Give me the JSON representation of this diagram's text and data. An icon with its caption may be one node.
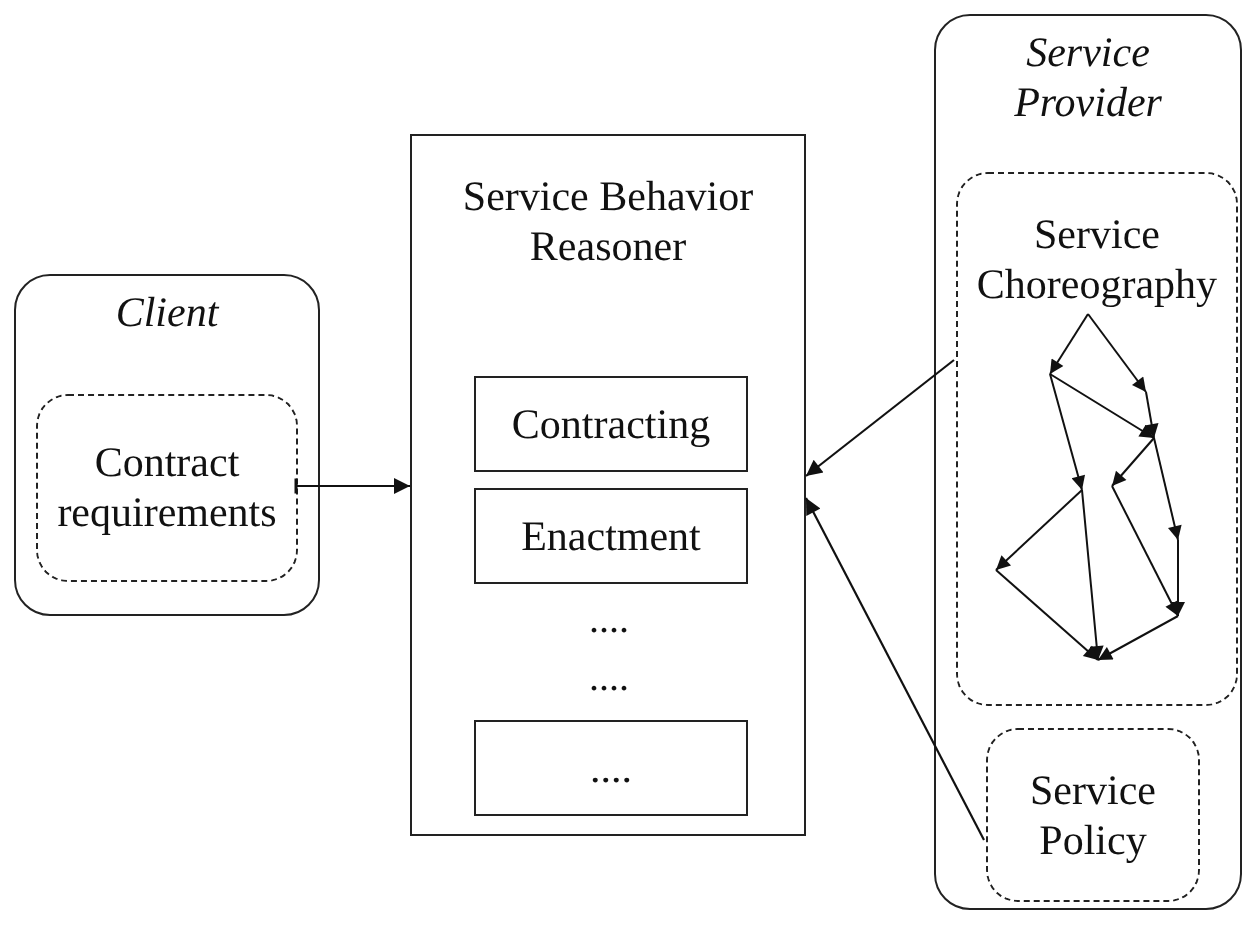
{
  "diagram": {
    "nodes": [
      {
        "text": [
          "Client"
        ]
      },
      {
        "text": [
          "Contract requirements"
        ],
        "in": 0
      },
      {
        "text": [
          "Service Behavior Reasoner"
        ]
      },
      {
        "text": [
          "Contracting"
        ],
        "in": 2
      },
      {
        "text": [
          "Enactment"
        ],
        "in": 2
      },
      {
        "text": [
          "...."
        ],
        "in": 2
      },
      {
        "text": [
          "Service Provider"
        ]
      },
      {
        "text": [
          "Service Choreography"
        ],
        "in": 6
      },
      {
        "text": [
          "Service Policy"
        ],
        "in": 6
      }
    ],
    "edges": [
      {
        "from": 1,
        "to": 2,
        "arrow": "to"
      },
      {
        "from": 7,
        "to": 2,
        "arrow": "to"
      },
      {
        "from": 8,
        "to": 2,
        "arrow": "to"
      }
    ],
    "labels": [
      "....",
      "...."
    ]
  }
}
